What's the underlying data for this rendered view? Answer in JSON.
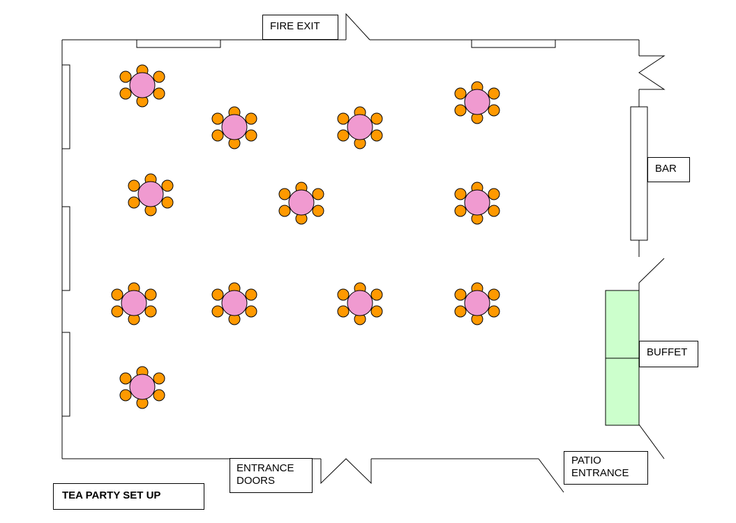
{
  "title": "TEA PARTY SET UP",
  "labels": {
    "fire_exit": "FIRE EXIT",
    "bar": "BAR",
    "buffet": "BUFFET",
    "entrance_line1": "ENTRANCE",
    "entrance_line2": "DOORS",
    "patio_line1": "PATIO",
    "patio_line2": "ENTRANCE"
  },
  "colors": {
    "table": "#f09ad0",
    "chair": "#ff9900",
    "buffet": "#ccffcc",
    "wall": "#000000"
  },
  "seating": {
    "table_count": 12,
    "chairs_per_table": 6
  }
}
